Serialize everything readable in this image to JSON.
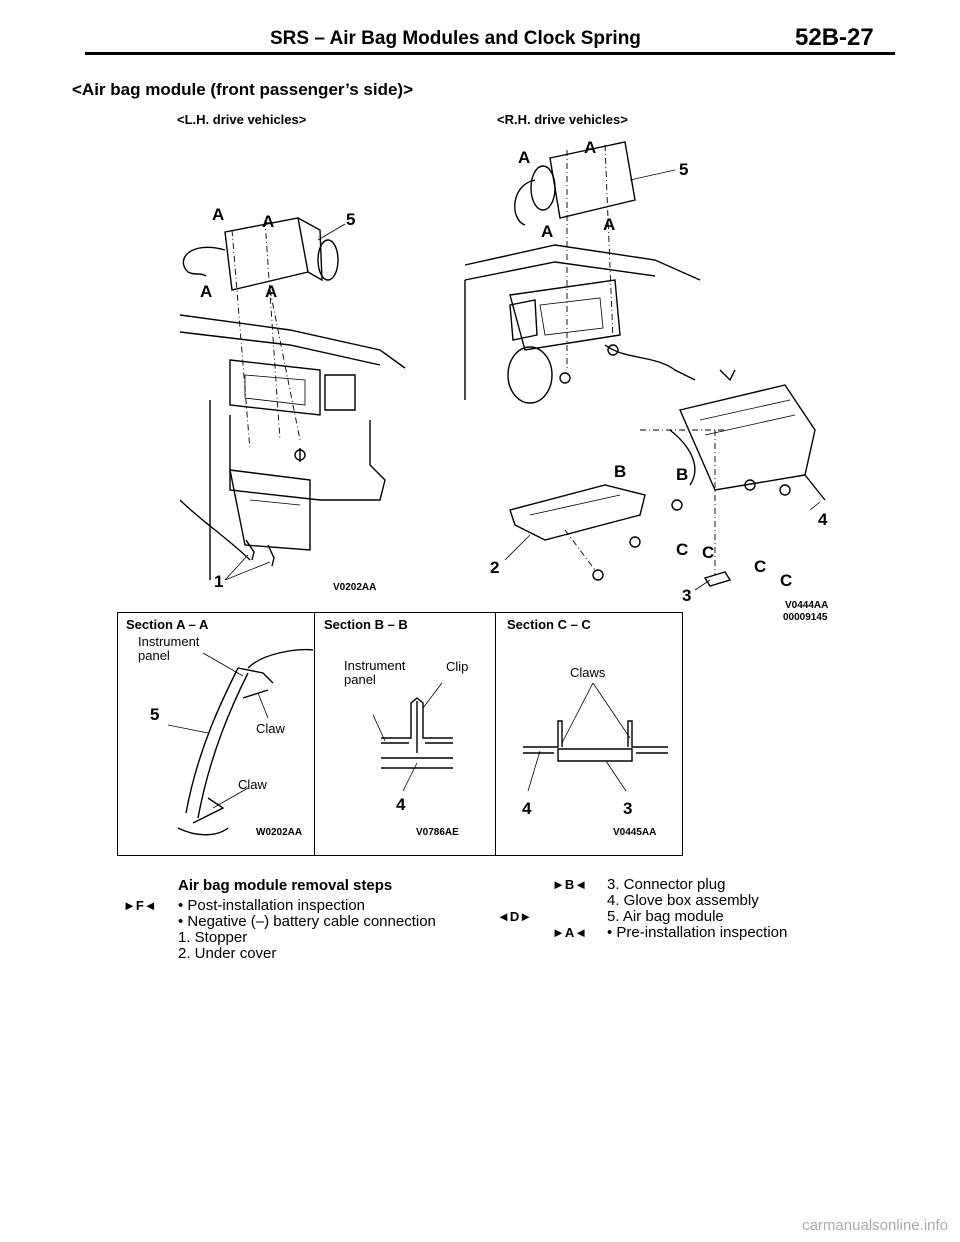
{
  "header": {
    "title": "SRS – Air Bag Modules and Clock Spring",
    "page_number": "52B-27"
  },
  "subtitle": "<Air bag module (front passenger’s side)>",
  "figures": {
    "lh": {
      "caption": "<L.H. drive vehicles>",
      "code": "V0202AA",
      "labels": {
        "a1": "A",
        "a2": "A",
        "a3": "A",
        "a4": "A",
        "n5": "5",
        "n1": "1"
      }
    },
    "rh": {
      "caption": "<R.H. drive vehicles>",
      "code": "V0444AA",
      "code2": "00009145",
      "labels": {
        "a1": "A",
        "a2": "A",
        "a3": "A",
        "a4": "A",
        "n5": "5",
        "b1": "B",
        "b2": "B",
        "n4": "4",
        "n2": "2",
        "c1": "C",
        "c2": "C",
        "c3": "C",
        "c4": "C",
        "n3": "3"
      }
    }
  },
  "sections": {
    "aa": {
      "title": "Section A – A",
      "instrument_panel": "Instrument panel",
      "claw1": "Claw",
      "claw2": "Claw",
      "n5": "5",
      "code": "W0202AA"
    },
    "bb": {
      "title": "Section B – B",
      "instrument_panel": "Instrument panel",
      "clip": "Clip",
      "n4": "4",
      "code": "V0786AE"
    },
    "cc": {
      "title": "Section C – C",
      "claws": "Claws",
      "n4": "4",
      "n3": "3",
      "code": "V0445AA"
    }
  },
  "steps": {
    "title": "Air bag module removal steps",
    "left": [
      {
        "mark": "►F◄",
        "text": "• Post-installation inspection"
      },
      {
        "mark": "",
        "text": "• Negative (–) battery cable connection"
      },
      {
        "mark": "",
        "text": "1. Stopper"
      },
      {
        "mark": "",
        "text": "2. Under cover"
      }
    ],
    "right": [
      {
        "mark": "►B◄",
        "text": "3. Connector plug"
      },
      {
        "mark": "",
        "text": "4. Glove box assembly"
      },
      {
        "mark": "◄D►",
        "text": "5. Air bag module"
      },
      {
        "mark": "►A◄",
        "text": "• Pre-installation inspection"
      }
    ]
  },
  "watermark": "carmanualsonline.info"
}
